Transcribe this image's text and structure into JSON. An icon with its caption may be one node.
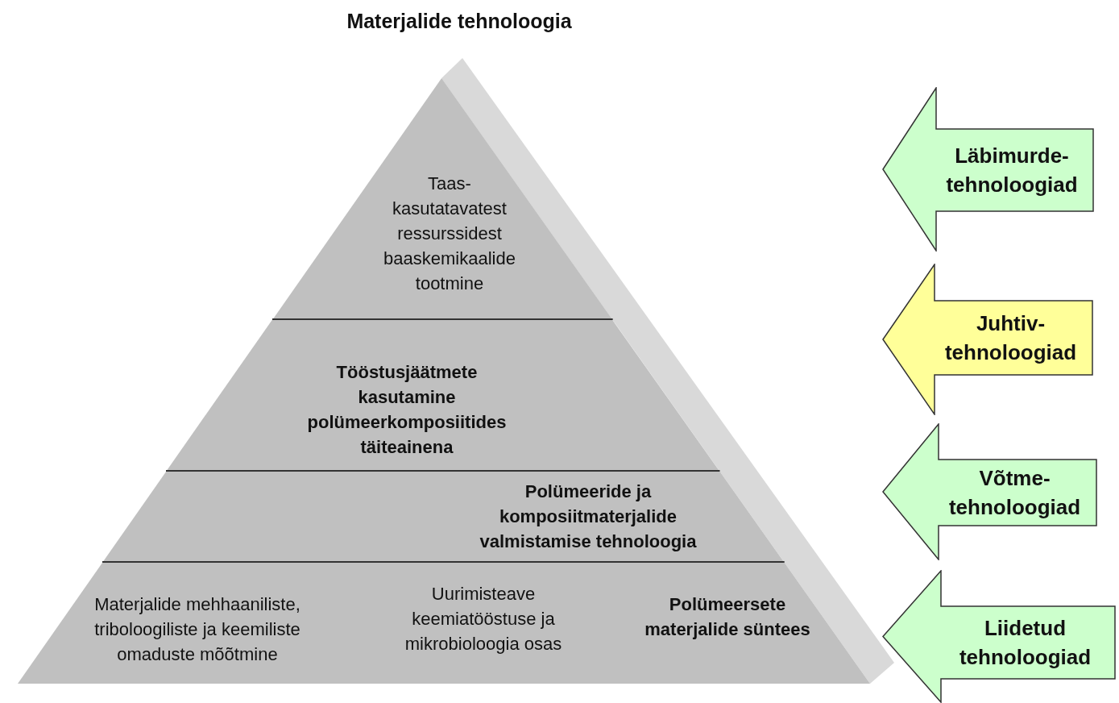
{
  "diagram": {
    "title": "Materjalide tehnoloogia",
    "nodes": [
      {
        "text": [
          "Taas- kasutatavatest ressurssidest baaskemikaalide tootmine"
        ]
      },
      {
        "text": [
          "Tööstusjäätmete kasutamine polümeerkomposiitides täiteainena"
        ]
      },
      {
        "text": [
          "Polümeeride ja komposiitmaterjalide valmistamise tehnoloogia"
        ]
      },
      {
        "text": [
          "Materjalide mehhaaniliste, triboloogiliste ja keemiliste omaduste mõõtmine",
          "Uurimisteave keemiatööstuse ja mikrobioloogia osas",
          "Polümeersete materjalide süntees"
        ]
      },
      {
        "text": [
          "Läbimurde- tehnoloogiad"
        ]
      },
      {
        "text": [
          "Juhtiv- tehnoloogiad"
        ]
      },
      {
        "text": [
          "Võtme- tehnoloogiad"
        ]
      },
      {
        "text": [
          "Liidetud tehnoloogiad"
        ]
      }
    ]
  }
}
